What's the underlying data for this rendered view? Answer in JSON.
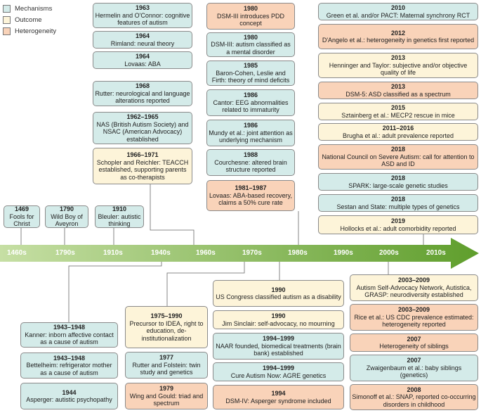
{
  "legend": [
    {
      "label": "Mechanisms",
      "color": "#d4ebe9"
    },
    {
      "label": "Outcome",
      "color": "#fdf4d9"
    },
    {
      "label": "Heterogeneity",
      "color": "#f9d3b9"
    }
  ],
  "decades": [
    "1460s",
    "1790s",
    "1910s",
    "1940s",
    "1960s",
    "1970s",
    "1980s",
    "1990s",
    "2000s",
    "2010s"
  ],
  "events": {
    "e1469": {
      "year": "1469",
      "text": "Fools for Christ"
    },
    "e1790": {
      "year": "1790",
      "text": "Wild Boy of Aveyron"
    },
    "e1910": {
      "year": "1910",
      "text": "Bleuler: autistic thinking"
    },
    "e1963": {
      "year": "1963",
      "text": "Hermelin and O'Connor: cognitive features of autism"
    },
    "e1964a": {
      "year": "1964",
      "text": "Rimland: neural theory"
    },
    "e1964b": {
      "year": "1964",
      "text": "Lovaas: ABA"
    },
    "e1968": {
      "year": "1968",
      "text": "Rutter: neurological and language alterations reported"
    },
    "e1962": {
      "year": "1962–1965",
      "text": "NAS (British Autism Society) and NSAC (American Advocacy) established"
    },
    "e1966": {
      "year": "1966–1971",
      "text": "Schopler and Reichler: TEACCH established, supporting parents as co-therapists"
    },
    "e1980a": {
      "year": "1980",
      "text": "DSM-III introduces PDD concept"
    },
    "e1980b": {
      "year": "1980",
      "text": "DSM-III: autism classified as a mental disorder"
    },
    "e1985": {
      "year": "1985",
      "text": "Baron-Cohen, Leslie and Firth: theory of mind deficits"
    },
    "e1986a": {
      "year": "1986",
      "text": "Cantor: EEG abnormalities related to immaturity"
    },
    "e1986b": {
      "year": "1986",
      "text": "Mundy et al.: joint attention as underlying mechanism"
    },
    "e1988": {
      "year": "1988",
      "text": "Courchesne: altered brain structure reported"
    },
    "e1981": {
      "year": "1981–1987",
      "text": "Lovaas: ABA-based recovery, claims a 50% cure rate"
    },
    "e2010": {
      "year": "2010",
      "text": "Green et al. and/or PACT: Maternal synchrony RCT"
    },
    "e2012": {
      "year": "2012",
      "text": "D'Angelo et al.: heterogeneity in genetics first reported"
    },
    "e2013a": {
      "year": "2013",
      "text": "Henninger and Taylor: subjective and/or objective quality of life"
    },
    "e2013b": {
      "year": "2013",
      "text": "DSM-5: ASD classified as a spectrum"
    },
    "e2015": {
      "year": "2015",
      "text": "Sztainberg et al.: MECP2 rescue in mice"
    },
    "e2011": {
      "year": "2011–2016",
      "text": "Brugha et al.: adult prevalence reported"
    },
    "e2018a": {
      "year": "2018",
      "text": "National Council on Severe Autism: call for attention to ASD and ID"
    },
    "e2018b": {
      "year": "2018",
      "text": "SPARK: large-scale genetic studies"
    },
    "e2018c": {
      "year": "2018",
      "text": "Sestan and State: multiple types of genetics"
    },
    "e2019": {
      "year": "2019",
      "text": "Hollocks et al.: adult comorbidity reported"
    },
    "e1943a": {
      "year": "1943–1948",
      "text": "Kanner: inborn affective contact as a cause of autism"
    },
    "e1943b": {
      "year": "1943–1948",
      "text": "Bettelheim: refrigerator mother as a cause of autism"
    },
    "e1944": {
      "year": "1944",
      "text": "Asperger: autistic psychopathy"
    },
    "e1975": {
      "year": "1975–1990",
      "text": "Precursor to IDEA, right to education, de-institutionalization"
    },
    "e1977": {
      "year": "1977",
      "text": "Rutter and Folstein: twin study and genetics"
    },
    "e1979": {
      "year": "1979",
      "text": "Wing and Gould: triad and spectrum"
    },
    "e1990a": {
      "year": "1990",
      "text": "US Congress classified autism as a disability"
    },
    "e1990b": {
      "year": "1990",
      "text": "Jim Sinclair: self-advocacy, no mourning"
    },
    "e1994a": {
      "year": "1994–1999",
      "text": "NAAR founded, biomedical treatments (brain bank) established"
    },
    "e1994b": {
      "year": "1994–1999",
      "text": "Cure Autism Now: AGRE genetics"
    },
    "e1994c": {
      "year": "1994",
      "text": "DSM-IV: Asperger syndrome included"
    },
    "e2003a": {
      "year": "2003–2009",
      "text": "Autism Self-Advocacy Network, Autistica, GRASP: neurodiversity established"
    },
    "e2003b": {
      "year": "2003–2009",
      "text": "Rice et al.: US CDC prevalence estimated: heterogeneity reported"
    },
    "e2007a": {
      "year": "2007",
      "text": "Heterogeneity of siblings"
    },
    "e2007b": {
      "year": "2007",
      "text": "Zwaigenbaum et al.: baby siblings (genetics)"
    },
    "e2008": {
      "year": "2008",
      "text": "Simonoff et al.: SNAP, reported co-occurring disorders in childhood"
    }
  }
}
